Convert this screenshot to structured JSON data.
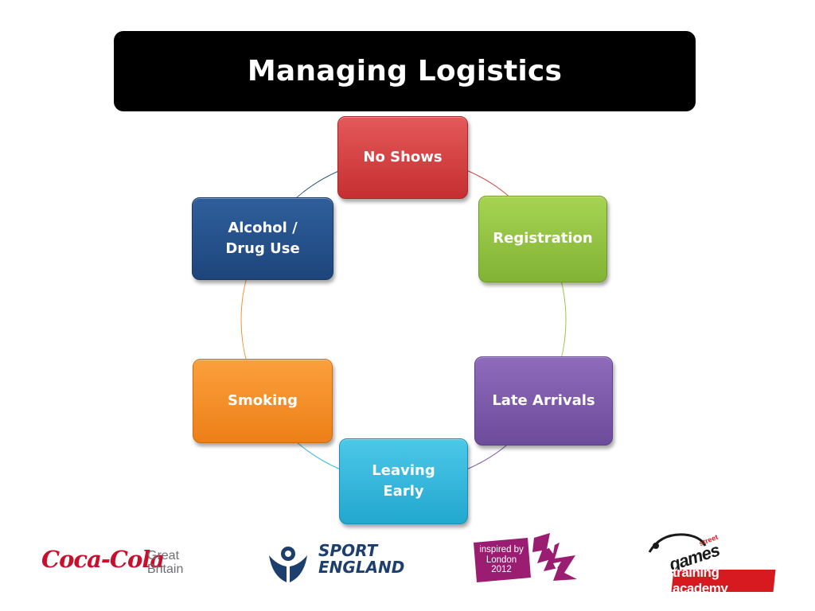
{
  "slide": {
    "title": "Managing Logistics"
  },
  "cycle": {
    "nodes": [
      {
        "lines": [
          "No Shows"
        ],
        "color": "#d63e40"
      },
      {
        "lines": [
          "Registration"
        ],
        "color": "#93c641"
      },
      {
        "lines": [
          "Late Arrivals"
        ],
        "color": "#7d5bab"
      },
      {
        "lines": [
          "Leaving",
          "Early"
        ],
        "color": "#35b8de"
      },
      {
        "lines": [
          "Smoking"
        ],
        "color": "#f48f27"
      },
      {
        "lines": [
          "Alcohol /",
          "Drug Use"
        ],
        "color": "#25508a"
      }
    ]
  },
  "logos": {
    "coca_cola": {
      "script": "Coca-Cola",
      "line1": "Great",
      "line2": "Britain"
    },
    "sport_england": {
      "line1": "SPORT",
      "line2": "ENGLAND"
    },
    "london_2012": {
      "line1": "inspired by",
      "line2": "London",
      "line3": "2012"
    },
    "academy": {
      "top": "street",
      "middle": "games",
      "bottom": "training academy"
    }
  }
}
